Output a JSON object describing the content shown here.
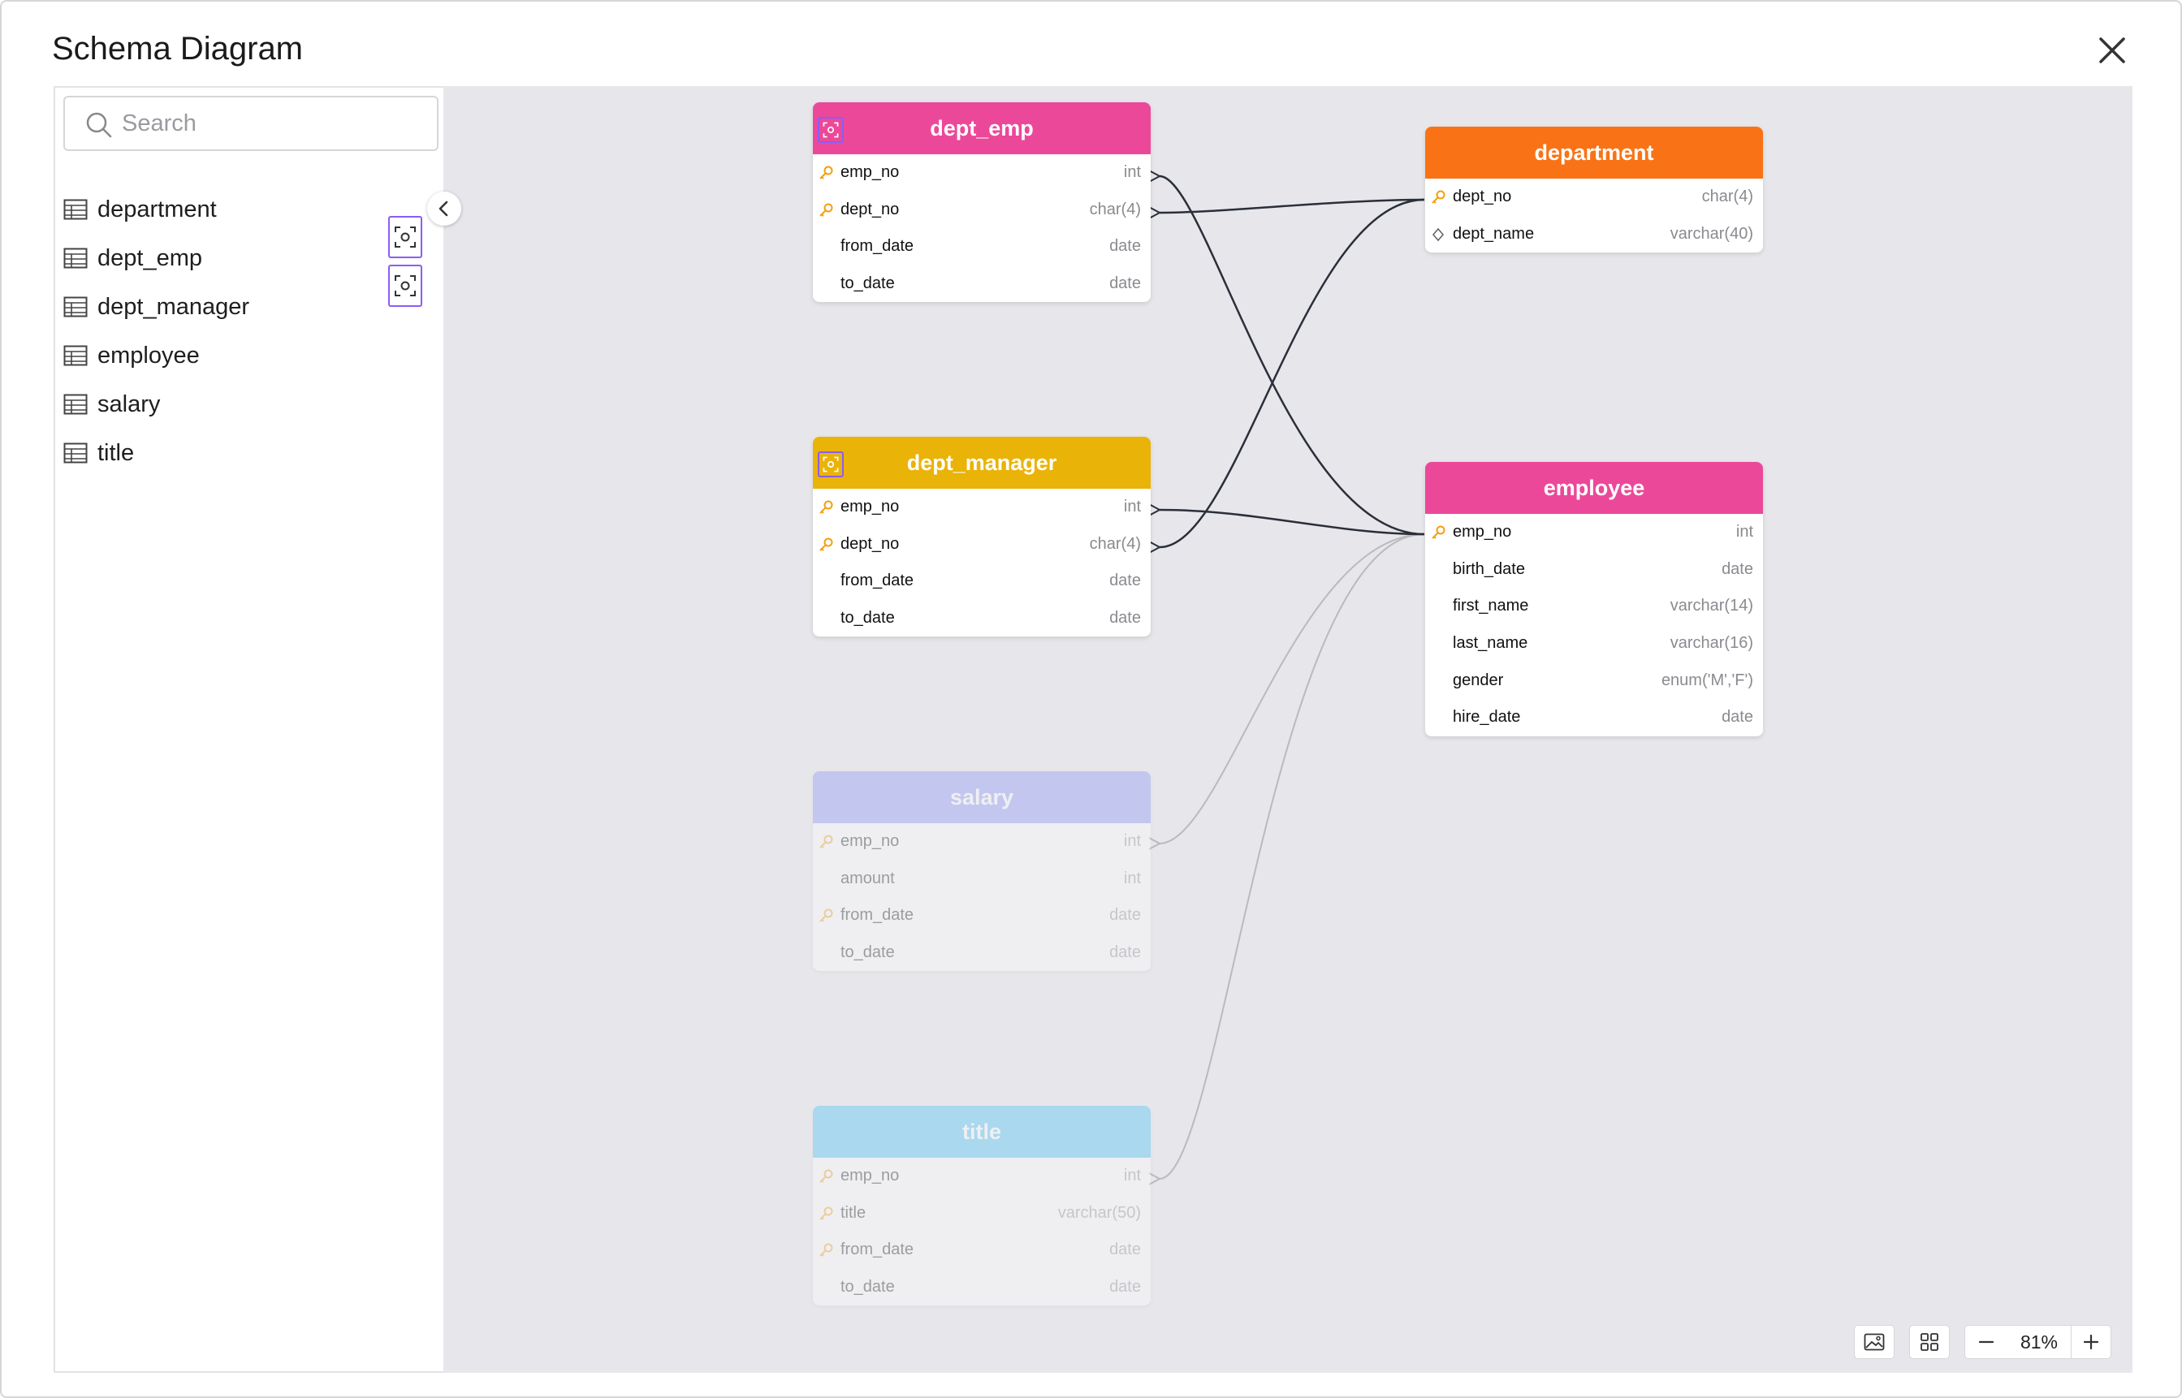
{
  "modal": {
    "title": "Schema Diagram"
  },
  "sidebar": {
    "search_placeholder": "Search",
    "tables": [
      {
        "label": "department",
        "focus_visible": false
      },
      {
        "label": "dept_emp",
        "focus_visible": true
      },
      {
        "label": "dept_manager",
        "focus_visible": true
      },
      {
        "label": "employee",
        "focus_visible": false
      },
      {
        "label": "salary",
        "focus_visible": false
      },
      {
        "label": "title",
        "focus_visible": false
      }
    ]
  },
  "diagram": {
    "tables": {
      "dept_emp": {
        "name": "dept_emp",
        "color": "#ec4899",
        "dimmed": false,
        "columns": [
          {
            "name": "emp_no",
            "type": "int",
            "key": "primary"
          },
          {
            "name": "dept_no",
            "type": "char(4)",
            "key": "primary"
          },
          {
            "name": "from_date",
            "type": "date",
            "key": "none"
          },
          {
            "name": "to_date",
            "type": "date",
            "key": "none"
          }
        ]
      },
      "department": {
        "name": "department",
        "color": "#f97316",
        "dimmed": false,
        "columns": [
          {
            "name": "dept_no",
            "type": "char(4)",
            "key": "primary"
          },
          {
            "name": "dept_name",
            "type": "varchar(40)",
            "key": "unique"
          }
        ]
      },
      "dept_manager": {
        "name": "dept_manager",
        "color": "#eab308",
        "dimmed": false,
        "columns": [
          {
            "name": "emp_no",
            "type": "int",
            "key": "primary"
          },
          {
            "name": "dept_no",
            "type": "char(4)",
            "key": "primary"
          },
          {
            "name": "from_date",
            "type": "date",
            "key": "none"
          },
          {
            "name": "to_date",
            "type": "date",
            "key": "none"
          }
        ]
      },
      "employee": {
        "name": "employee",
        "color": "#ec4899",
        "dimmed": false,
        "columns": [
          {
            "name": "emp_no",
            "type": "int",
            "key": "primary"
          },
          {
            "name": "birth_date",
            "type": "date",
            "key": "none"
          },
          {
            "name": "first_name",
            "type": "varchar(14)",
            "key": "none"
          },
          {
            "name": "last_name",
            "type": "varchar(16)",
            "key": "none"
          },
          {
            "name": "gender",
            "type": "enum('M','F')",
            "key": "none"
          },
          {
            "name": "hire_date",
            "type": "date",
            "key": "none"
          }
        ]
      },
      "salary": {
        "name": "salary",
        "color": "#a5b4fc",
        "dimmed": true,
        "columns": [
          {
            "name": "emp_no",
            "type": "int",
            "key": "primary"
          },
          {
            "name": "amount",
            "type": "int",
            "key": "none"
          },
          {
            "name": "from_date",
            "type": "date",
            "key": "primary"
          },
          {
            "name": "to_date",
            "type": "date",
            "key": "none"
          }
        ]
      },
      "title": {
        "name": "title",
        "color": "#7dd3fc",
        "dimmed": true,
        "columns": [
          {
            "name": "emp_no",
            "type": "int",
            "key": "primary"
          },
          {
            "name": "title",
            "type": "varchar(50)",
            "key": "primary"
          },
          {
            "name": "from_date",
            "type": "date",
            "key": "primary"
          },
          {
            "name": "to_date",
            "type": "date",
            "key": "none"
          }
        ]
      }
    }
  },
  "toolbar": {
    "zoom_label": "81%"
  },
  "colors": {
    "accent_focus": "#8b5cf6",
    "canvas_bg": "#e7e7eb",
    "edge_active": "#2b2f3a",
    "edge_dim": "#b9b9be",
    "key_icon": "#f59e0b"
  },
  "icons": {
    "close": "close-icon",
    "search": "search-icon",
    "table": "table-icon",
    "focus": "focus-icon",
    "collapse": "chevron-left-icon",
    "export_image": "image-icon",
    "auto_layout": "grid-icon",
    "zoom_out": "minus-icon",
    "zoom_in": "plus-icon",
    "primary_key": "key-icon",
    "unique_key": "diamond-icon"
  }
}
